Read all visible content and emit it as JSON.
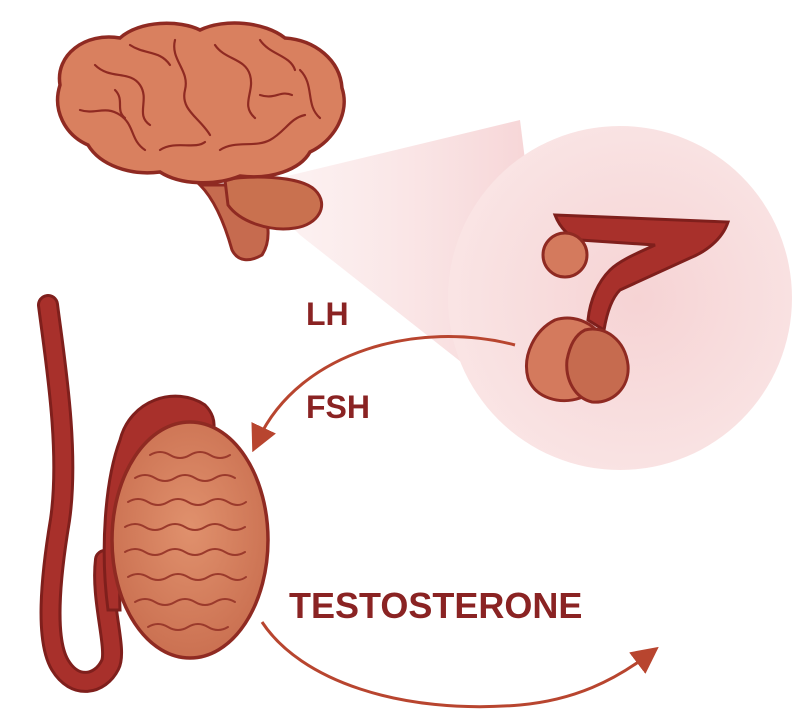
{
  "labels": {
    "lh": "LH",
    "fsh": "FSH",
    "testosterone": "TESTOSTERONE"
  },
  "colors": {
    "label_text": "#8a2323",
    "arrow": "#b8452f",
    "brain_fill": "#d9805f",
    "brain_outline": "#8f2a22",
    "pituitary_fill": "#d47a5d",
    "pituitary_dark": "#a8302b",
    "zoom_circle": "#f7dadb",
    "testis_fill": "#d68562",
    "epididymis": "#a8302b"
  }
}
